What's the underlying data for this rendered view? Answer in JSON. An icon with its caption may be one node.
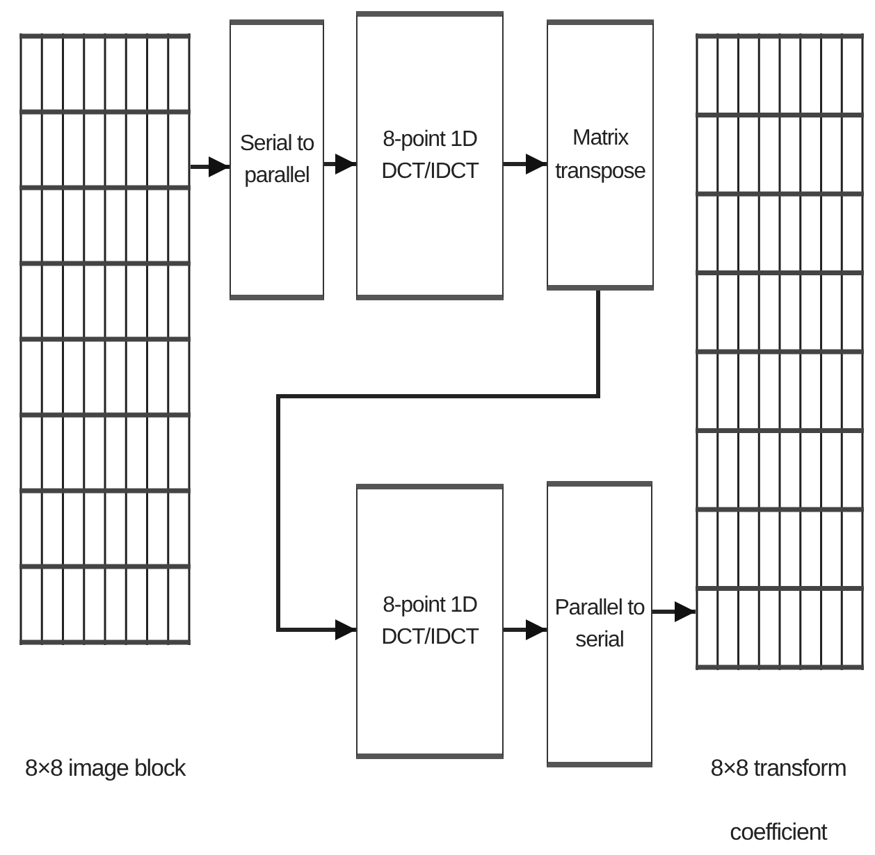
{
  "diagram": {
    "nodes": [
      {
        "text": [],
        "shape": "grid"
      },
      {
        "text": [
          "Serial to parallel"
        ]
      },
      {
        "text": [
          "8-point 1D DCT/IDCT"
        ]
      },
      {
        "text": [
          "Matrix transpose"
        ]
      },
      {
        "text": [
          "8-point 1D DCT/IDCT"
        ]
      },
      {
        "text": [
          "Parallel to serial"
        ]
      },
      {
        "text": [],
        "shape": "grid"
      }
    ],
    "edges": [
      {
        "from": 0,
        "to": 1,
        "arrow": "to"
      },
      {
        "from": 1,
        "to": 2,
        "arrow": "to"
      },
      {
        "from": 2,
        "to": 3,
        "arrow": "to"
      },
      {
        "from": 3,
        "to": 4,
        "arrow": "to"
      },
      {
        "from": 4,
        "to": 5,
        "arrow": "to"
      },
      {
        "from": 5,
        "to": 6,
        "arrow": "to"
      }
    ],
    "labels": [
      "8×8 image block",
      "8×8 transform coefficient"
    ]
  }
}
